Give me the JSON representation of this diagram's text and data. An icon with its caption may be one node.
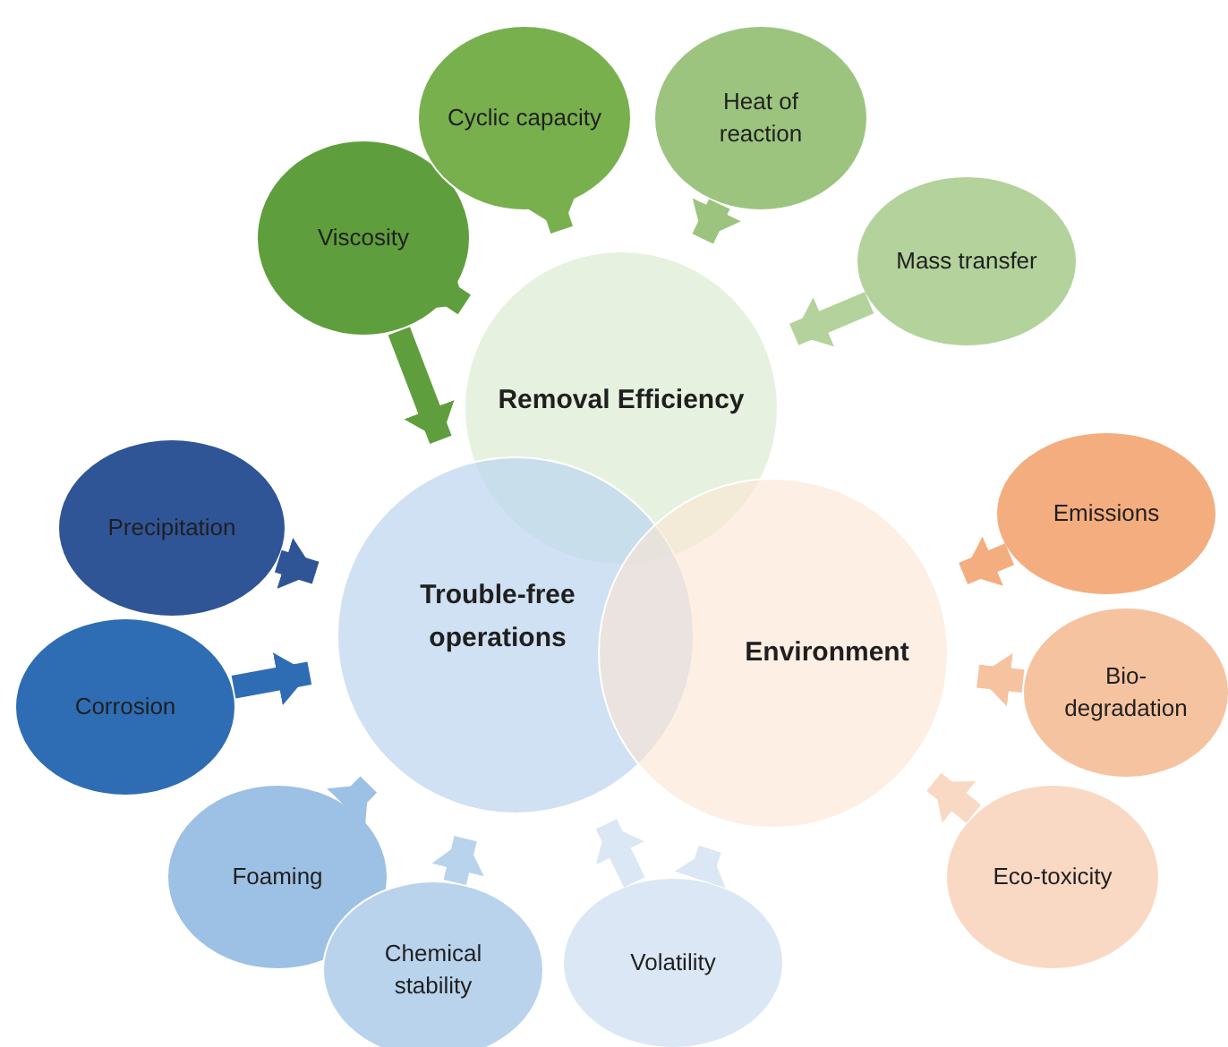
{
  "diagram": {
    "nodes": [
      {
        "text": [
          "Removal Efficiency"
        ]
      },
      {
        "text": [
          "Trouble-free operations"
        ]
      },
      {
        "text": [
          "Environment"
        ]
      },
      {
        "text": [
          "Viscosity"
        ]
      },
      {
        "text": [
          "Cyclic capacity"
        ]
      },
      {
        "text": [
          "Heat of reaction"
        ]
      },
      {
        "text": [
          "Mass transfer"
        ]
      },
      {
        "text": [
          "Precipitation"
        ]
      },
      {
        "text": [
          "Corrosion"
        ]
      },
      {
        "text": [
          "Foaming"
        ]
      },
      {
        "text": [
          "Chemical stability"
        ]
      },
      {
        "text": [
          "Volatility"
        ]
      },
      {
        "text": [
          "Emissions"
        ]
      },
      {
        "text": [
          "Bio-degradation"
        ]
      },
      {
        "text": [
          "Eco-toxicity"
        ]
      }
    ],
    "edges": [
      {
        "from": 3,
        "to": 0,
        "arrow": "to",
        "color": "#5f9e3c"
      },
      {
        "from": 3,
        "to": 1,
        "arrow": "to",
        "color": "#5f9e3c"
      },
      {
        "from": 4,
        "to": 0,
        "arrow": "to",
        "color": "#78b04e"
      },
      {
        "from": 5,
        "to": 0,
        "arrow": "to",
        "color": "#9cc47f"
      },
      {
        "from": 6,
        "to": 0,
        "arrow": "to",
        "color": "#b3d29c"
      },
      {
        "from": 7,
        "to": 1,
        "arrow": "to",
        "color": "#2f5597"
      },
      {
        "from": 8,
        "to": 1,
        "arrow": "to",
        "color": "#2e6db4"
      },
      {
        "from": 9,
        "to": 1,
        "arrow": "to",
        "color": "#9dc0e5"
      },
      {
        "from": 10,
        "to": 1,
        "arrow": "to",
        "color": "#b9d3ed"
      },
      {
        "from": 11,
        "to": 1,
        "arrow": "to",
        "color": "#dbe7f4"
      },
      {
        "from": 11,
        "to": 2,
        "arrow": "to",
        "color": "#dbe7f4"
      },
      {
        "from": 12,
        "to": 2,
        "arrow": "to",
        "color": "#f4ad7e"
      },
      {
        "from": 13,
        "to": 2,
        "arrow": "to",
        "color": "#f6c3a0"
      },
      {
        "from": 14,
        "to": 2,
        "arrow": "to",
        "color": "#f9d9c3"
      }
    ]
  }
}
